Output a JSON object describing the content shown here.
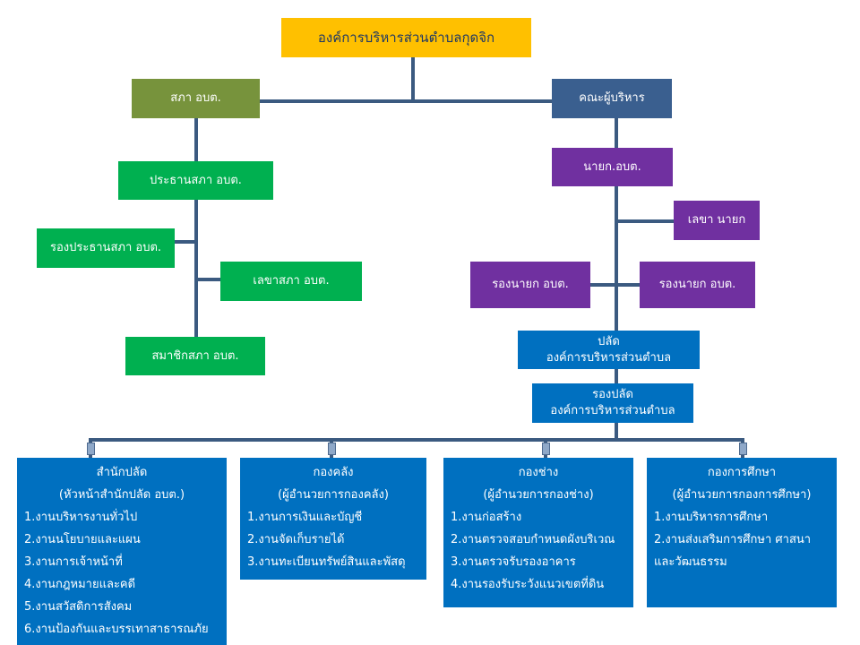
{
  "top": {
    "label": "องค์การบริหารส่วนตำบลกุดจิก"
  },
  "council": {
    "title": "สภา อบต.",
    "chair": "ประธานสภา อบต.",
    "vice_chair": "รองประธานสภา อบต.",
    "secretary": "เลขาสภา อบต.",
    "members": "สมาชิกสภา อบต."
  },
  "executive": {
    "title": "คณะผู้บริหาร",
    "mayor": "นายก.อบต.",
    "mayor_secretary": "เลขา นายก",
    "deputy_left": "รองนายก อบต.",
    "deputy_right": "รองนายก อบต."
  },
  "clerk": {
    "line1": "ปลัด",
    "line2": "องค์การบริหารส่วนตำบล"
  },
  "deputy_clerk": {
    "line1": "รองปลัด",
    "line2": "องค์การบริหารส่วนตำบล"
  },
  "departments": [
    {
      "title": "สำนักปลัด",
      "head": "(หัวหน้าสำนักปลัด อบต.)",
      "items": [
        "1.งานบริหารงานทั่วไป",
        "2.งานนโยบายและแผน",
        "3.งานการเจ้าหน้าที่",
        "4.งานกฎหมายและคดี",
        "5.งานสวัสดิการสังคม",
        "6.งานป้องกันและบรรเทาสาธารณภัย"
      ]
    },
    {
      "title": "กองคลัง",
      "head": "(ผู้อำนวยการกองคลัง)",
      "items": [
        "1.งานการเงินและบัญชี",
        "2.งานจัดเก็บรายได้",
        "3.งานทะเบียนทรัพย์สินและพัสดุ"
      ]
    },
    {
      "title": "กองช่าง",
      "head": "(ผู้อำนวยการกองช่าง)",
      "items": [
        "1.งานก่อสร้าง",
        "2.งานตรวจสอบกำหนดผังบริเวณ",
        "3.งานตรวจรับรองอาคาร",
        "4.งานรองรับระวังแนวเขตที่ดิน"
      ]
    },
    {
      "title": "กองการศึกษา",
      "head": "(ผู้อำนวยการกองการศึกษา)",
      "items": [
        "1.งานบริหารการศึกษา",
        "2.งานส่งเสริมการศึกษา ศาสนา",
        "และวัฒนธรรม"
      ]
    }
  ],
  "colors": {
    "gold": "#ffc000",
    "olive": "#77933c",
    "green": "#00b050",
    "navy": "#3a5f8f",
    "purple": "#7030a0",
    "blue": "#0070c0",
    "line": "#3b5a80"
  }
}
